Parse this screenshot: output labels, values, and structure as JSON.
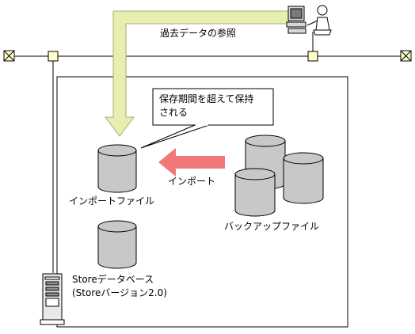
{
  "labels": {
    "reference": "過去データの参照",
    "callout_line1": "保存期間を超えて保持",
    "callout_line2": "される",
    "import_action": "インポート",
    "import_file": "インポートファイル",
    "backup_file": "バックアップファイル",
    "store_db_line1": "Storeデータベース",
    "store_db_line2": "(Storeバージョン2.0)"
  },
  "colors": {
    "reference_arrow": "#e8eeb0",
    "import_arrow": "#f07878",
    "cylinder_fill": "#c8c8c8",
    "node_fill": "#ffffcc",
    "line": "#000000"
  },
  "icons": {
    "client": "workstation-with-user-icon",
    "server": "server-tower-icon",
    "terminator": "line-terminator-icon"
  }
}
